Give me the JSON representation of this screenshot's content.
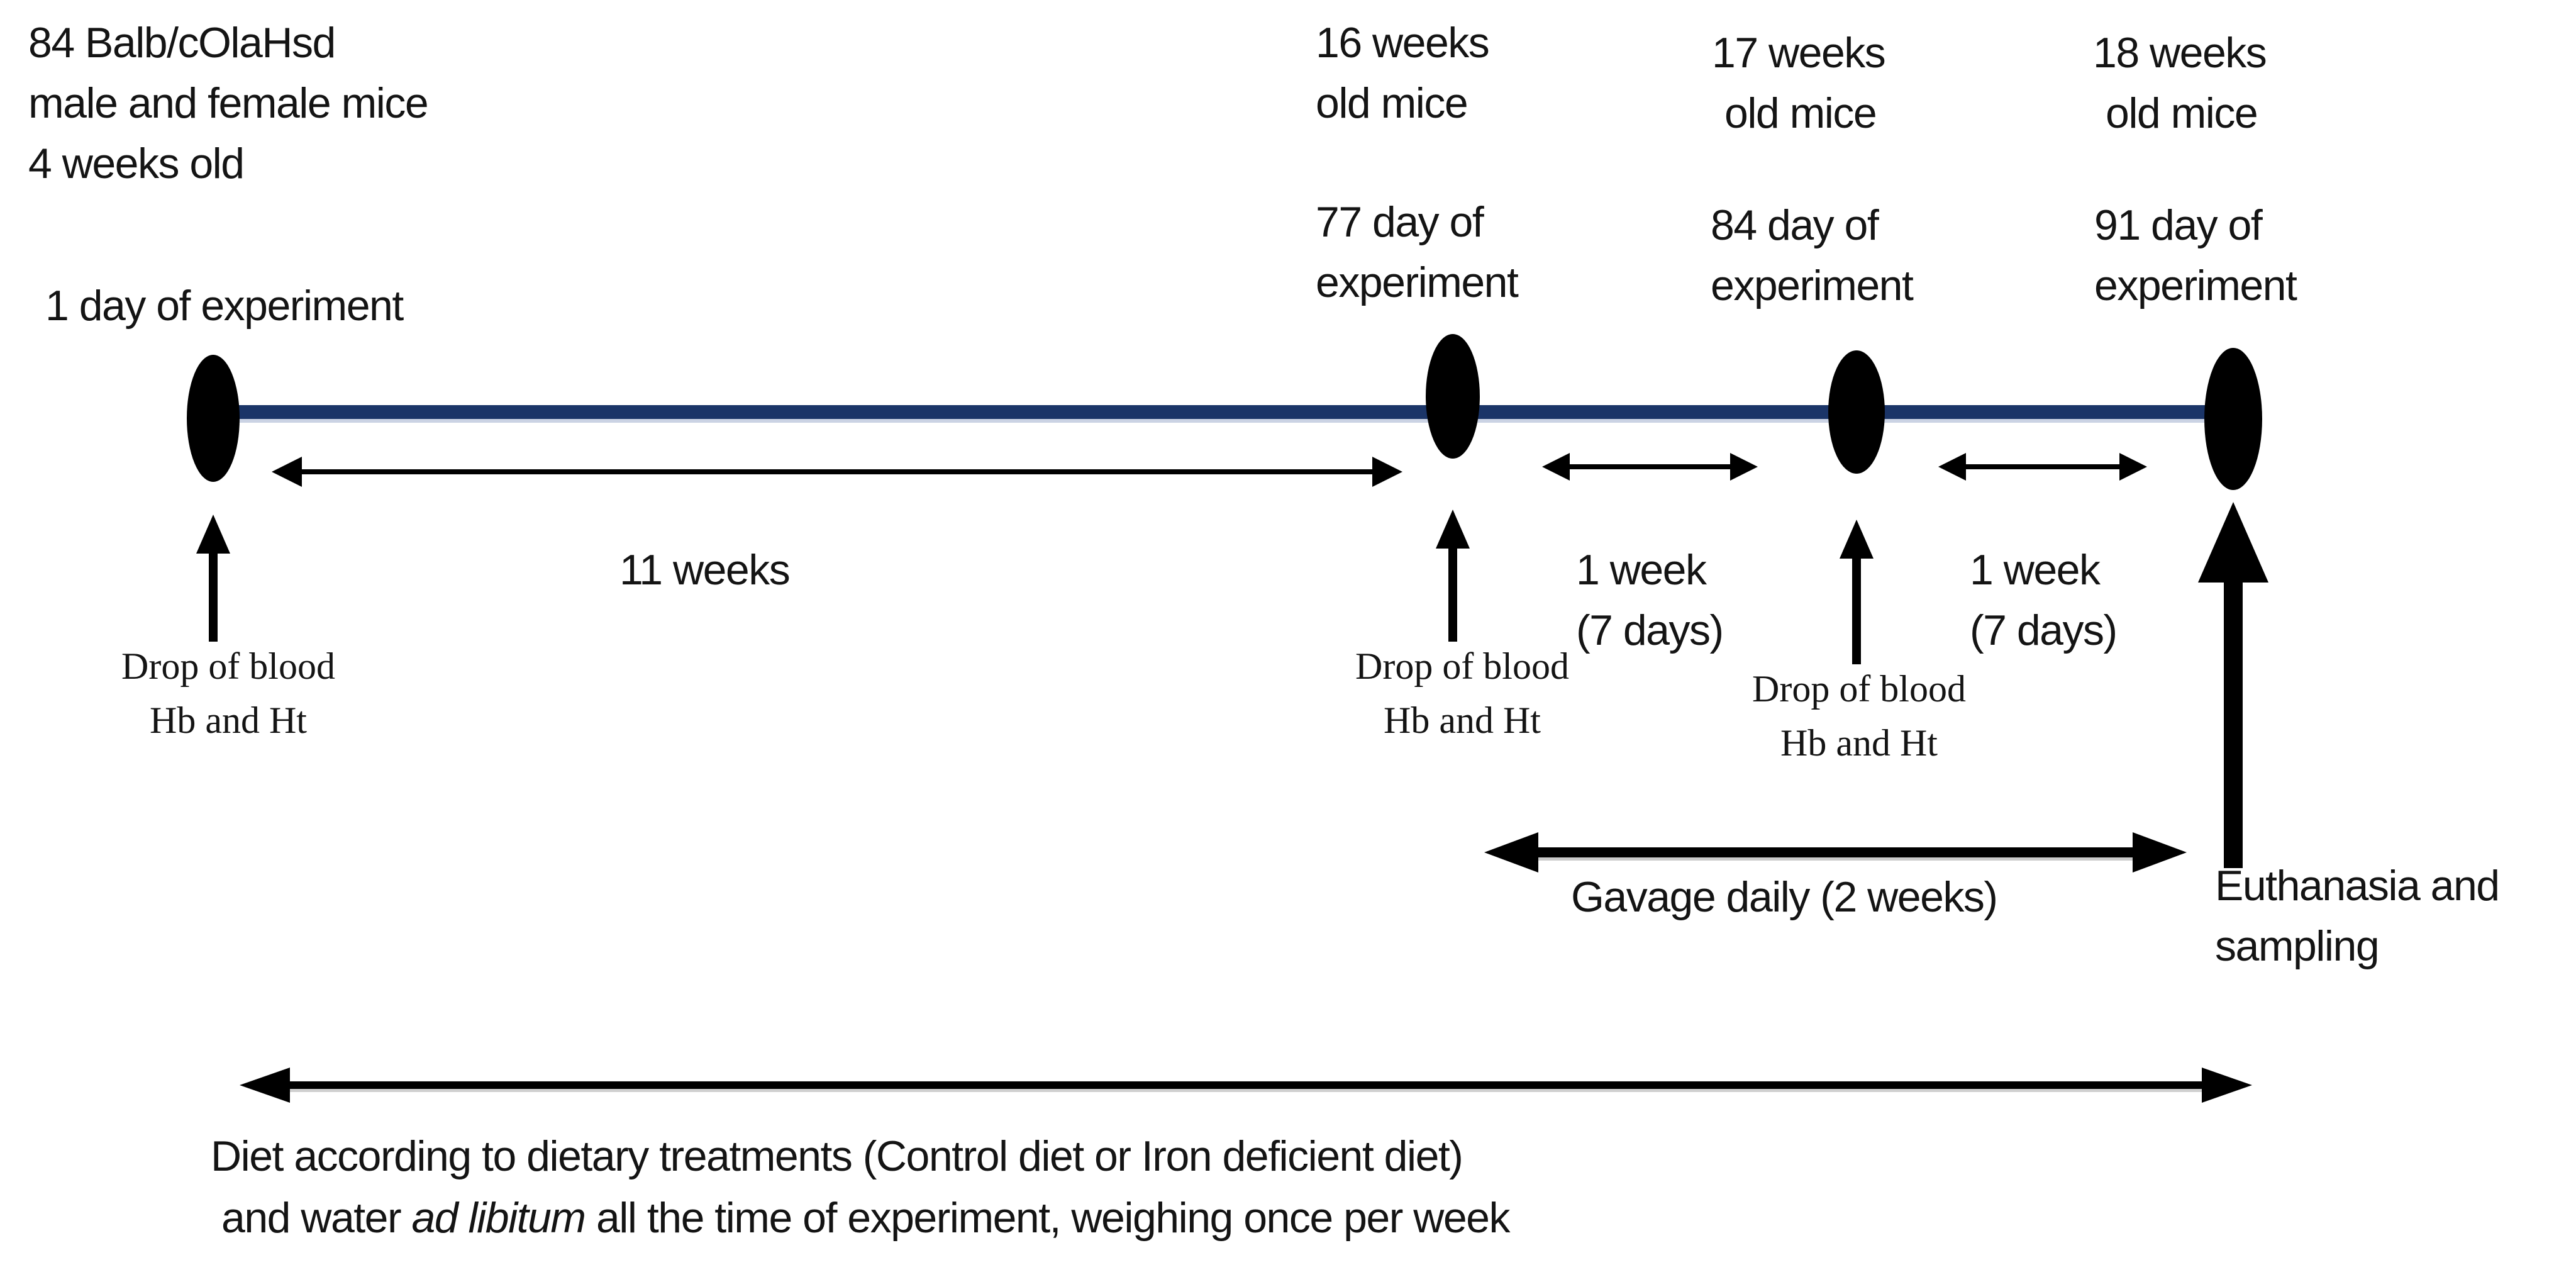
{
  "colors": {
    "timeline_blue": "#1b3568",
    "ink_black": "#000000"
  },
  "cohort": {
    "line1": "84 Balb/cOlaHsd",
    "line2": "male and female mice",
    "line3": "4 weeks old"
  },
  "timepoints": {
    "t0": {
      "label": "1 day of experiment"
    },
    "t77": {
      "age1": "16 weeks",
      "age2": "old mice",
      "day1": "77 day of",
      "day2": "experiment"
    },
    "t84": {
      "age1": "17 weeks",
      "age2": "old mice",
      "day1": "84 day of",
      "day2": "experiment"
    },
    "t91": {
      "age1": "18 weeks",
      "age2": "old mice",
      "day1": "91 day of",
      "day2": "experiment"
    }
  },
  "intervals": {
    "acclimation": "11 weeks",
    "week_a1": "1 week",
    "week_a2": "(7 days)",
    "week_b1": "1 week",
    "week_b2": "(7 days)",
    "gavage": "Gavage daily (2 weeks)"
  },
  "events": {
    "blood": {
      "line1": "Drop of blood",
      "line2": "Hb and Ht"
    },
    "euthanasia1": "Euthanasia and",
    "euthanasia2": "sampling"
  },
  "footer": {
    "line1": "Diet according to dietary treatments (Control diet or Iron deficient diet)",
    "line2_pre": "and water ",
    "line2_italic": "ad libitum",
    "line2_post": " all the time of experiment, weighing once per week"
  }
}
